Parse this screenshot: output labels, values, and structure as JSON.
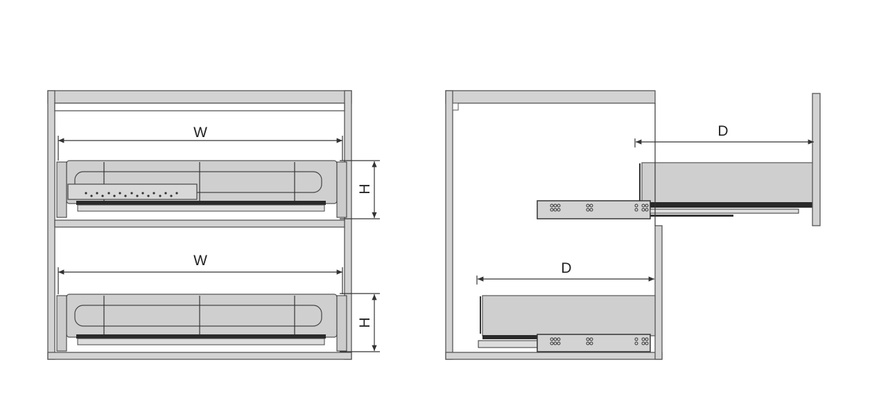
{
  "front_view": {
    "upper_width_label": "W",
    "upper_height_label": "H",
    "lower_width_label": "W",
    "lower_height_label": "H"
  },
  "side_view": {
    "upper_depth_label": "D",
    "lower_depth_label": "D"
  },
  "colors": {
    "panel": "#d3d3d3",
    "outline": "#555555",
    "line": "#333333"
  }
}
